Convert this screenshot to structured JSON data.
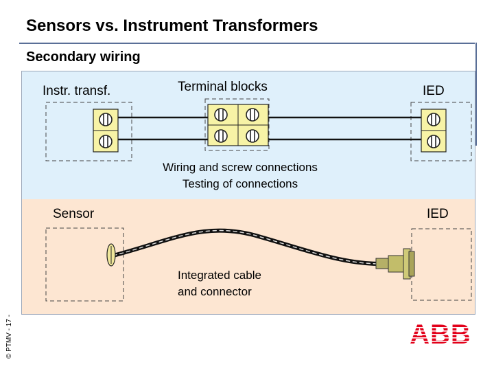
{
  "slide": {
    "title": "Sensors vs. Instrument Transformers",
    "subtitle": "Secondary wiring"
  },
  "top_section": {
    "left_label": "Instr. transf.",
    "center_label": "Terminal blocks",
    "right_label": "IED",
    "caption_line1": "Wiring and screw connections",
    "caption_line2": "Testing of connections"
  },
  "bottom_section": {
    "left_label": "Sensor",
    "right_label": "IED",
    "caption_line1": "Integrated cable",
    "caption_line2": "and connector"
  },
  "footer": {
    "credit": "© PTMV  - 17 -",
    "logo_text": "ABB"
  },
  "colors": {
    "blue_panel": "#dff0fb",
    "peach_panel": "#fde6d2",
    "terminal_yellow": "#f7f3a6",
    "connector_olive": "#c2bd6a",
    "logo_red": "#e2001a",
    "rule": "#5a6f97"
  }
}
